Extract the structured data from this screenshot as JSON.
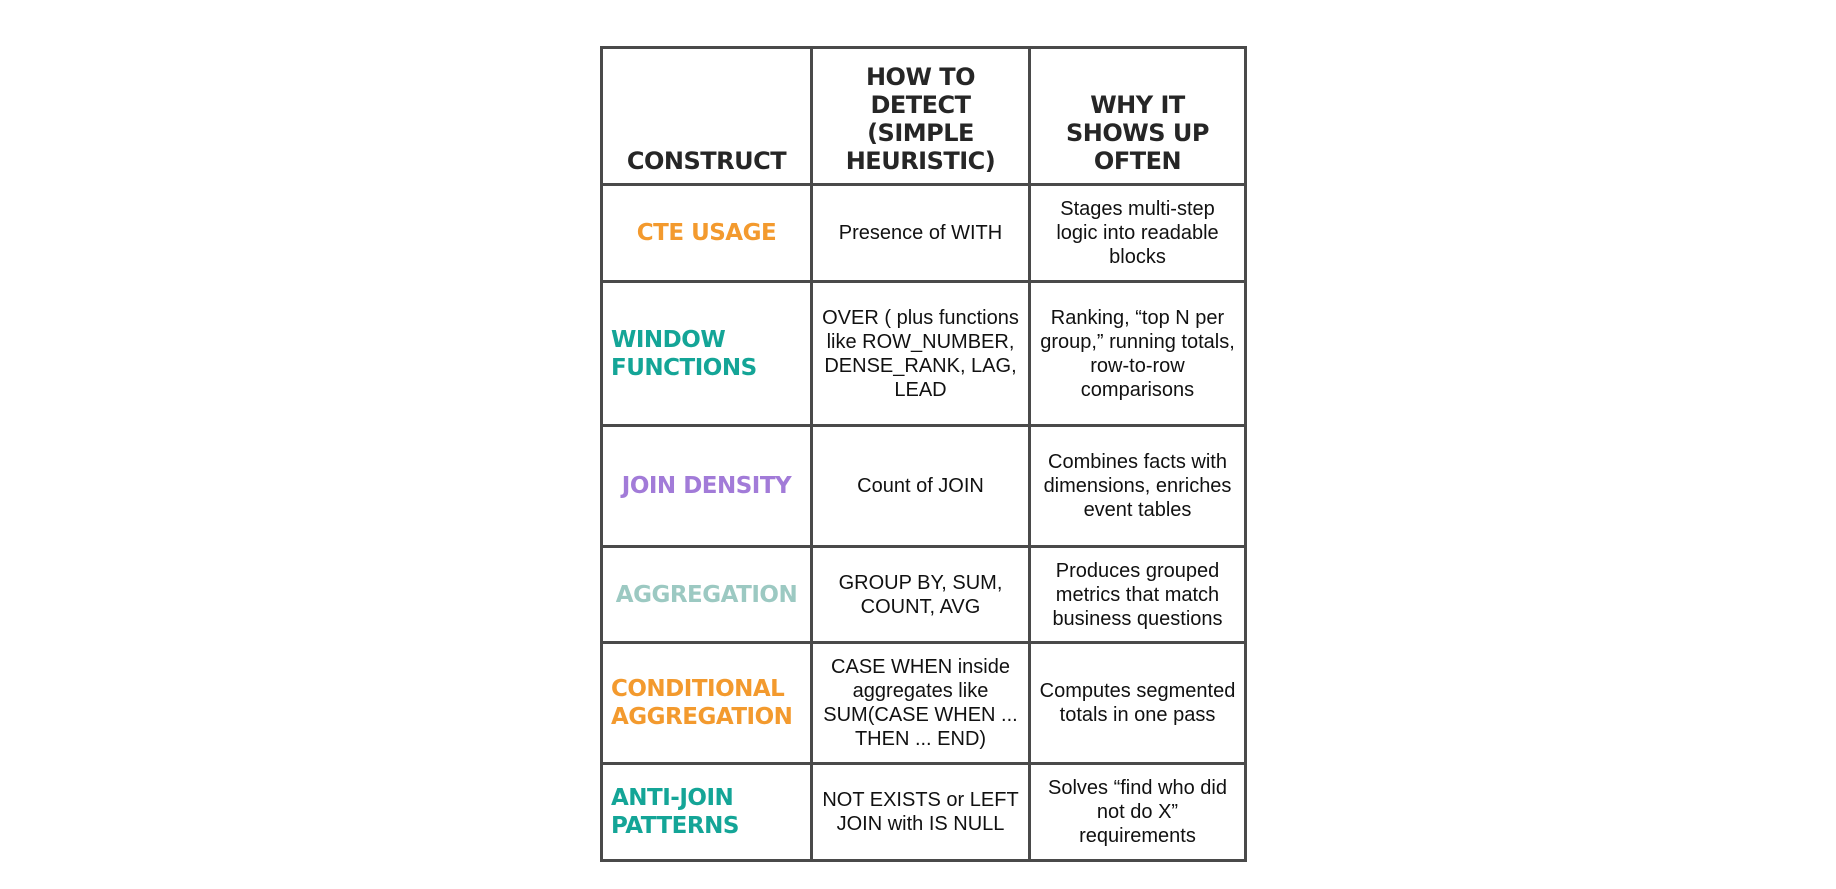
{
  "headers": {
    "construct": "Construct",
    "detect": "How to detect (simple heuristic)",
    "why": "Why it shows up often"
  },
  "colors": {
    "orange": "#f39a2e",
    "teal": "#14a597",
    "purple": "#a27bd8",
    "sage": "#9cc9c2",
    "border": "#4a4a4a",
    "header_text": "#262626"
  },
  "rows": [
    {
      "construct": "CTE usage",
      "detect": "Presence of WITH",
      "why": "Stages multi-step logic into readable blocks"
    },
    {
      "construct": "Window functions",
      "detect": "OVER ( plus functions like ROW_NUMBER, DENSE_RANK, LAG, LEAD",
      "why": "Ranking, “top N per group,” running totals, row-to-row comparisons"
    },
    {
      "construct": "JOIN density",
      "detect": "Count of JOIN",
      "why": "Combines facts with dimensions, enriches event tables"
    },
    {
      "construct": "Aggregation",
      "detect": "GROUP BY, SUM, COUNT, AVG",
      "why": "Produces grouped metrics that match business questions"
    },
    {
      "construct": "Conditional aggregation",
      "detect": "CASE WHEN inside aggregates like SUM(CASE WHEN ... THEN ... END)",
      "why": "Computes segmented totals in one pass"
    },
    {
      "construct": "Anti-join patterns",
      "detect": "NOT EXISTS or LEFT JOIN with IS NULL",
      "why": "Solves “find who did not do X” requirements"
    }
  ]
}
